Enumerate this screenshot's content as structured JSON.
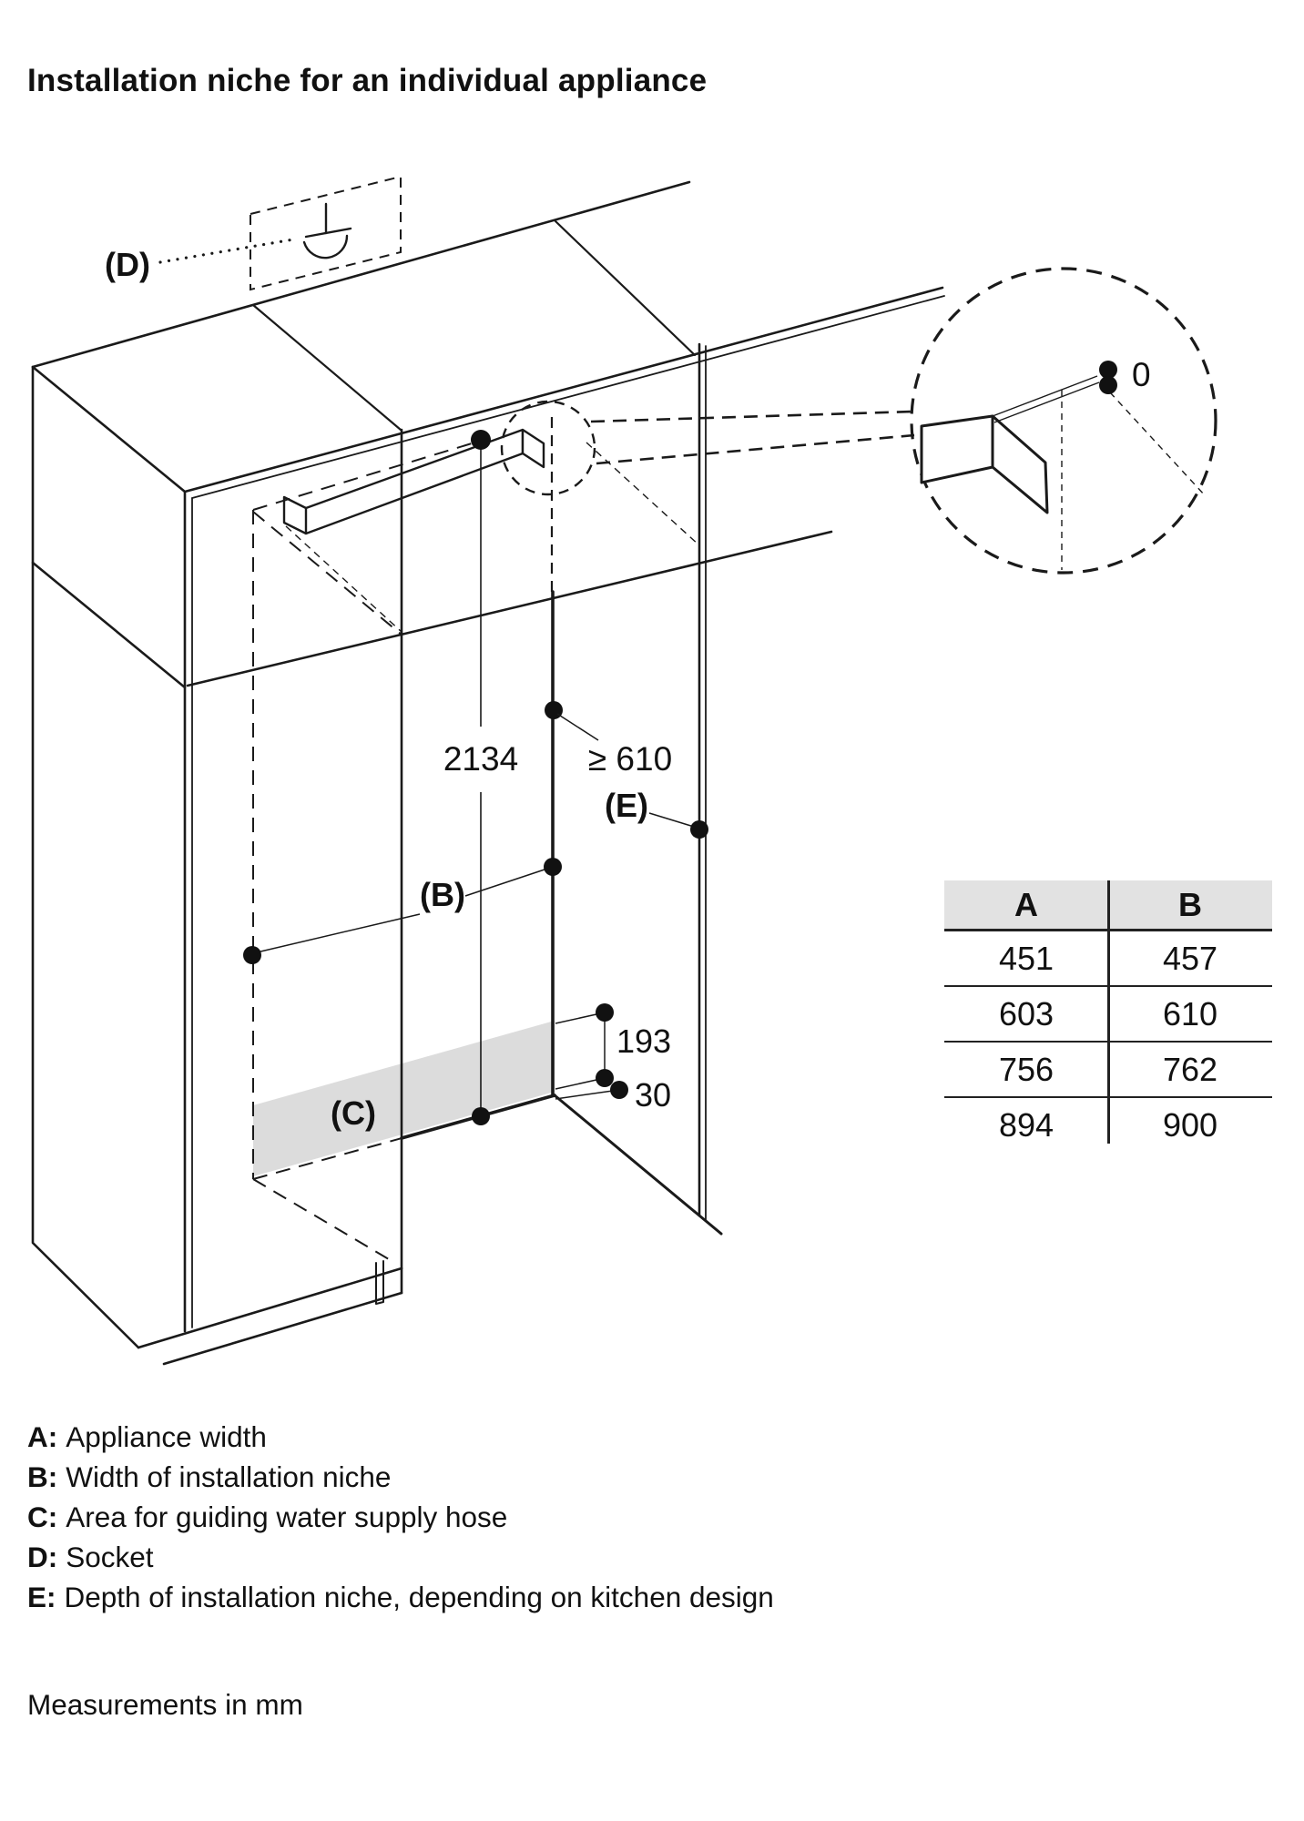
{
  "title": "Installation niche for an individual appliance",
  "diagram": {
    "labels": {
      "b": "(B)",
      "c": "(C)",
      "d": "(D)",
      "e": "(E)"
    },
    "dimensions": {
      "niche_height": "2134",
      "niche_depth_min": "≥ 610",
      "hose_area_height": "193",
      "bottom_clearance": "30",
      "zero_reference": "0"
    }
  },
  "table": {
    "columns": [
      "A",
      "B"
    ],
    "rows": [
      [
        "451",
        "457"
      ],
      [
        "603",
        "610"
      ],
      [
        "756",
        "762"
      ],
      [
        "894",
        "900"
      ]
    ]
  },
  "legend": {
    "items": [
      {
        "key": "A:",
        "text": "Appliance width"
      },
      {
        "key": "B:",
        "text": "Width of installation niche"
      },
      {
        "key": "C:",
        "text": "Area for guiding water supply hose"
      },
      {
        "key": "D:",
        "text": "Socket"
      },
      {
        "key": "E:",
        "text": "Depth of installation niche, depending on kitchen design"
      }
    ]
  },
  "footer": "Measurements in mm",
  "colors": {
    "line": "#1a1a1a",
    "hose_area_fill": "#dcdcdc",
    "table_header_fill": "#e2e2e2"
  }
}
